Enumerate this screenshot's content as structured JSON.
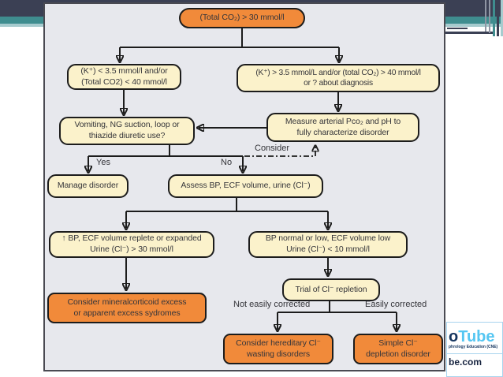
{
  "flowchart": {
    "nodes": {
      "total_co2": "(Total CO₂) > 30 mmol/l",
      "k_low": "(K⁺) < 3.5 mmol/l and/or\n(Total CO2) < 40 mmol/l",
      "k_high": "(K⁺) > 3.5 mmol/L and/or (total CO₂) > 40 mmol/l\nor ? about diagnosis",
      "vomiting": "Vomiting, NG suction, loop or\nthiazide diuretic use?",
      "measure": "Measure arterial Pco₂ and pH to\nfully characterize disorder",
      "manage": "Manage disorder",
      "assess": "Assess BP, ECF volume, urine (Cl⁻)",
      "bp_high": "↑ BP, ECF volume replete or expanded\nUrine (Cl⁻) > 30 mmol/l",
      "bp_low": "BP normal or low, ECF volume low\nUrine (Cl⁻) < 10 mmol/l",
      "trial": "Trial of Cl⁻ repletion",
      "mineral": "Consider mineralcorticoid excess\nor apparent excess sydromes",
      "hereditary": "Consider hereditary Cl⁻\nwasting disorders",
      "simple": "Simple Cl⁻\ndepletion disorder"
    },
    "labels": {
      "yes": "Yes",
      "no": "No",
      "consider": "Consider",
      "not_easily_corrected": "Not easily corrected",
      "easily_corrected": "Easily corrected"
    },
    "colors": {
      "highlight_orange": "#f18a3a",
      "node_cream": "#fbf2cb",
      "panel_background": "#e7e8ed",
      "line_black": "#1c1c1c",
      "theme_navy": "#3b4054",
      "theme_teal": "#3f8d8f"
    }
  },
  "watermark": {
    "brand_prefix": "o",
    "brand_suffix": "Tube",
    "tagline": "phrology Education (CNE)",
    "domain": "be.com"
  }
}
